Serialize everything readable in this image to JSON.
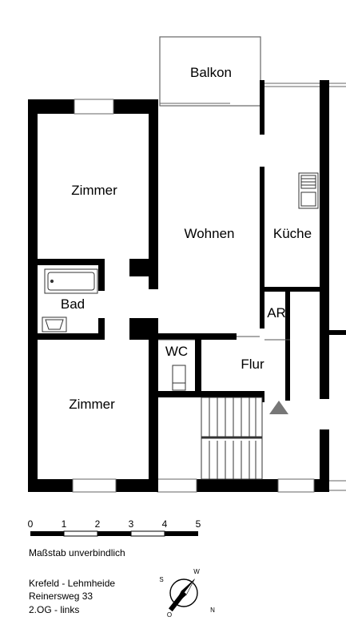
{
  "rooms": {
    "balkon": "Balkon",
    "zimmer_top": "Zimmer",
    "wohnen": "Wohnen",
    "kueche": "Küche",
    "bad": "Bad",
    "ar": "AR",
    "wc": "WC",
    "flur": "Flur",
    "zimmer_bottom": "Zimmer"
  },
  "scale_bar": {
    "ticks": [
      "0",
      "1",
      "2",
      "3",
      "4",
      "5"
    ],
    "note": "Maßstab unverbindlich"
  },
  "address": {
    "line1": "Krefeld - Lehmheide",
    "line2": "Reinersweg 33",
    "line3": "2.OG - links"
  },
  "compass": {
    "s": "S",
    "w": "W",
    "o": "O",
    "n": "N"
  },
  "colors": {
    "wall": "#000000",
    "thin_line": "#555555",
    "marker": "#777777"
  }
}
